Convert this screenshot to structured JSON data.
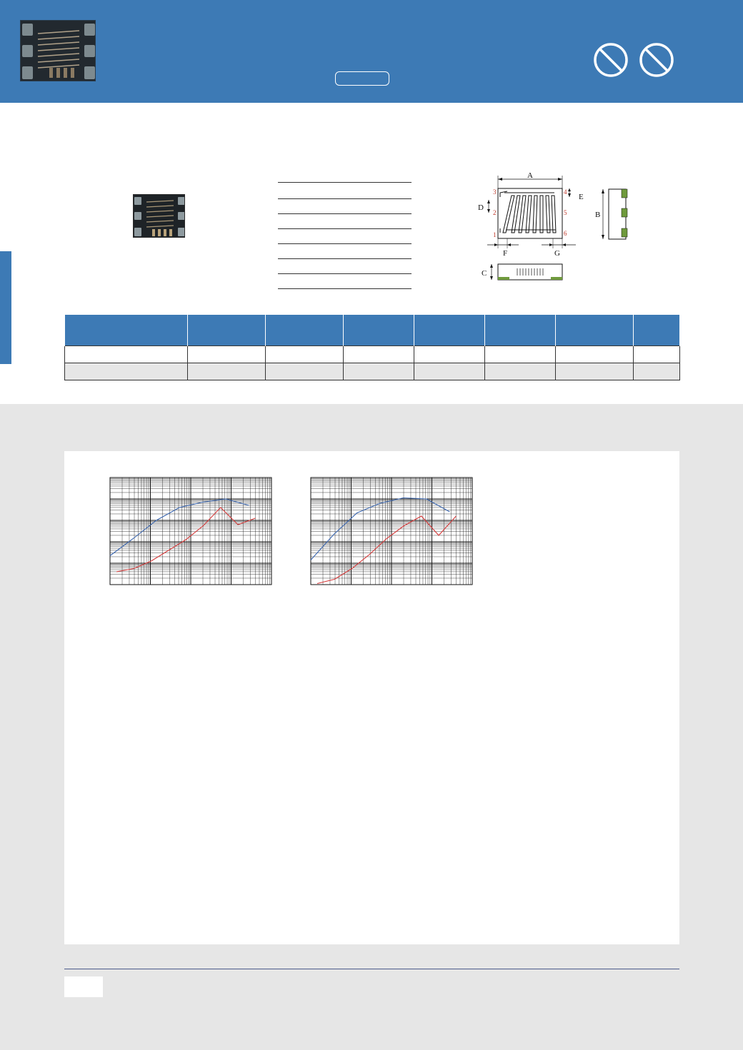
{
  "colors": {
    "brand_blue": "#3d7ab5",
    "panel_gray": "#e6e6e6",
    "series_blue": "#3a66b0",
    "series_red": "#d63a3a",
    "pin_red": "#c0392b"
  },
  "header": {
    "compliance_icons": [
      "prohibited-icon",
      "prohibited-icon"
    ]
  },
  "dimension_diagram": {
    "labels": {
      "a": "A",
      "b": "B",
      "c": "C",
      "d": "D",
      "e": "E",
      "f": "F",
      "g": "G"
    },
    "pins": [
      "1",
      "2",
      "3",
      "4",
      "5",
      "6"
    ]
  },
  "spec_table": {
    "columns": 8,
    "rows": 2
  },
  "charts": [
    {
      "series": [
        {
          "color": "#3a66b0",
          "y": [
            0.27,
            0.43,
            0.6,
            0.72,
            0.77,
            0.8,
            0.74
          ]
        },
        {
          "color": "#d63a3a",
          "y": [
            0.12,
            0.15,
            0.22,
            0.32,
            0.42,
            0.55,
            0.72,
            0.56,
            0.62
          ]
        }
      ]
    },
    {
      "series": [
        {
          "color": "#3a66b0",
          "y": [
            0.23,
            0.47,
            0.67,
            0.76,
            0.81,
            0.8,
            0.68
          ]
        },
        {
          "color": "#d63a3a",
          "y": [
            0.01,
            0.05,
            0.15,
            0.28,
            0.43,
            0.55,
            0.64,
            0.46,
            0.64
          ]
        }
      ]
    }
  ]
}
